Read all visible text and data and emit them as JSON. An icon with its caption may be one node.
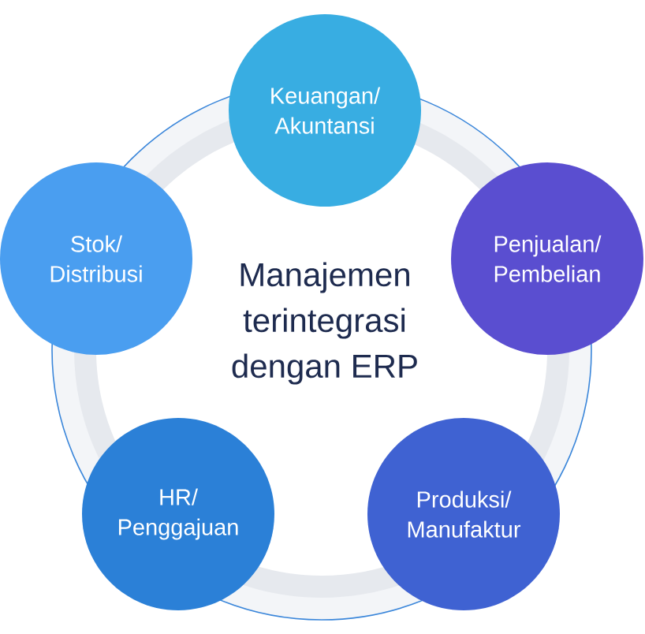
{
  "diagram": {
    "nodes": [
      {
        "text": [
          "Keuangan/ Akuntansi"
        ]
      },
      {
        "text": [
          "Penjualan/ Pembelian"
        ]
      },
      {
        "text": [
          "Produksi/ Manufaktur"
        ]
      },
      {
        "text": [
          "HR/ Penggajuan"
        ]
      },
      {
        "text": [
          "Stok/ Distribusi"
        ]
      }
    ],
    "labels": [
      "Manajemen terintegrasi dengan ERP"
    ]
  }
}
